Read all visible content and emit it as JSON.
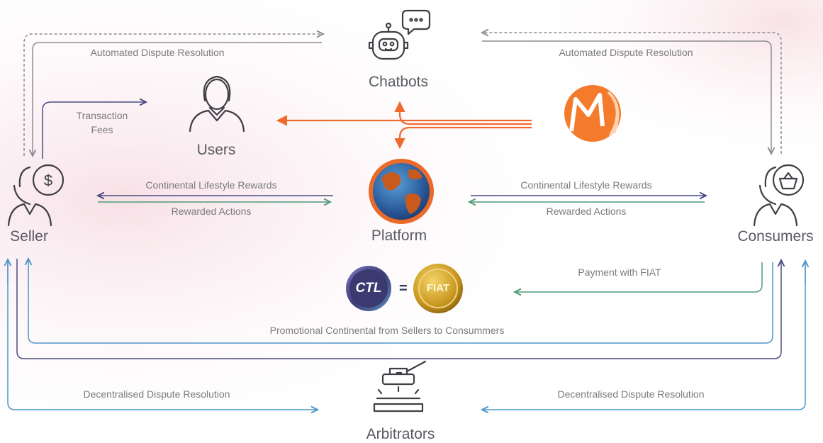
{
  "nodes": {
    "chatbots": "Chatbots",
    "users": "Users",
    "platform": "Platform",
    "seller": "Seller",
    "consumers": "Consumers",
    "arbitrators": "Arbitrators"
  },
  "flows": {
    "automated_left": "Automated Dispute Resolution",
    "automated_right": "Automated Dispute Resolution",
    "transaction_fees_line1": "Transaction",
    "transaction_fees_line2": "Fees",
    "rewards_left": "Continental Lifestyle Rewards",
    "actions_left": "Rewarded Actions",
    "rewards_right": "Continental Lifestyle Rewards",
    "actions_right": "Rewarded Actions",
    "payment_fiat": "Payment with FIAT",
    "promotional": "Promotional Continental from Sellers to Consummers",
    "decentralised_left": "Decentralised Dispute Resolution",
    "decentralised_right": "Decentralised Dispute Resolution"
  },
  "coins": {
    "ctl": "CTL",
    "equals": "=",
    "fiat": "FIAT"
  },
  "colors": {
    "gray_line": "#8c8c92",
    "purple_line": "#4b4a82",
    "green_line": "#4f9a78",
    "blue_line": "#4d96c8",
    "orange": "#ee6a2e",
    "icon": "#3f3f46"
  }
}
